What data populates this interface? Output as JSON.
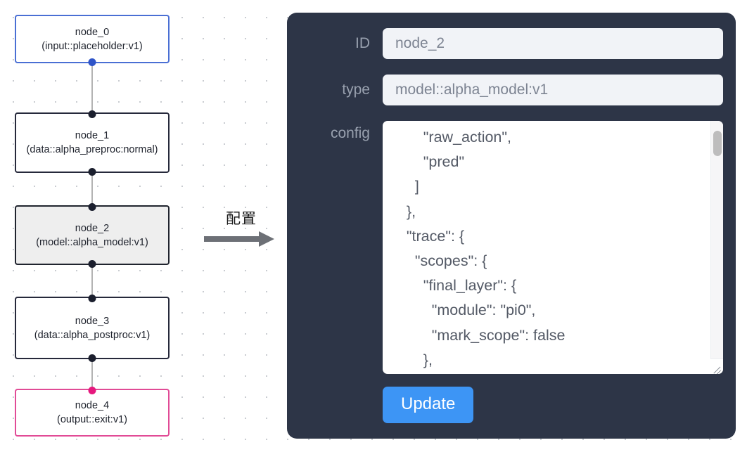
{
  "graph": {
    "nodes": [
      {
        "id": "node_0",
        "title": "node_0",
        "subtitle": "(input::placeholder:v1)",
        "state": "input",
        "selected": false
      },
      {
        "id": "node_1",
        "title": "node_1",
        "subtitle": "(data::alpha_preproc:normal)",
        "state": "default",
        "selected": false
      },
      {
        "id": "node_2",
        "title": "node_2",
        "subtitle": "(model::alpha_model:v1)",
        "state": "default",
        "selected": true
      },
      {
        "id": "node_3",
        "title": "node_3",
        "subtitle": "(data::alpha_postproc:v1)",
        "state": "default",
        "selected": false
      },
      {
        "id": "node_4",
        "title": "node_4",
        "subtitle": "(output::exit:v1)",
        "state": "output",
        "selected": false
      }
    ],
    "edges": [
      {
        "from": "node_0",
        "to": "node_1"
      },
      {
        "from": "node_1",
        "to": "node_2"
      },
      {
        "from": "node_2",
        "to": "node_3"
      },
      {
        "from": "node_3",
        "to": "node_4"
      }
    ],
    "colors": {
      "input_border": "#4a6fd4",
      "output_border": "#e14b96",
      "default_border": "#26293b",
      "selected_fill": "#eeeeee",
      "edge": "#b4b4b4",
      "handle": "#1b1f2e",
      "handle_input": "#2f54c8",
      "handle_output": "#e6187e"
    }
  },
  "arrow": {
    "label": "配置"
  },
  "panel": {
    "background_color": "#2d3547",
    "fields": [
      {
        "name": "id",
        "label": "ID",
        "value": "node_2"
      },
      {
        "name": "type",
        "label": "type",
        "value": "model::alpha_model:v1"
      }
    ],
    "config": {
      "label": "config",
      "value": "        \"raw_action\",\n        \"pred\"\n      ]\n    },\n    \"trace\": {\n      \"scopes\": {\n        \"final_layer\": {\n          \"module\": \"pi0\",\n          \"mark_scope\": false\n        },\n        \"action_model\": {"
    },
    "update_button": {
      "label": "Update",
      "color": "#3d95f5"
    }
  }
}
